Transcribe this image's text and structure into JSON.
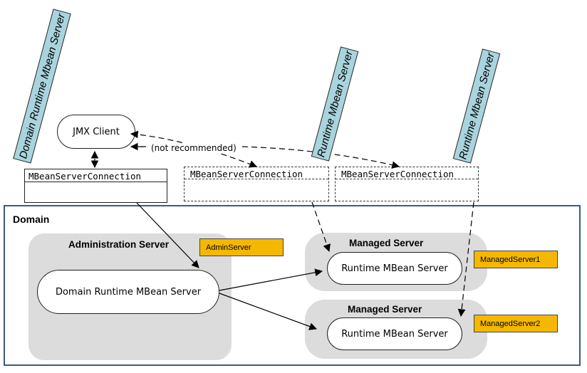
{
  "labels": {
    "domain_runtime_tag": "Domain Runtime Mbean Server",
    "runtime_tag_1": "Runtime Mbean Server",
    "runtime_tag_2": "Runtime Mbean Server",
    "jmx_client": "JMX Client",
    "not_recommended": "(not recommended)",
    "conn_1": "MBeanServerConnection",
    "conn_2": "MBeanServerConnection",
    "conn_3": "MBeanServerConnection",
    "domain": "Domain",
    "admin_server_header": "Administration Server",
    "admin_server_name": "AdminServer",
    "domain_runtime_server": "Domain Runtime MBean Server",
    "managed_server_1_header": "Managed Server",
    "managed_server_1_runtime": "Runtime MBean Server",
    "managed_server_1_name": "ManagedServer1",
    "managed_server_2_header": "Managed Server",
    "managed_server_2_runtime": "Runtime MBean Server",
    "managed_server_2_name": "ManagedServer2"
  },
  "colors": {
    "tag_fill": "#a9d4de",
    "server_fill": "#dcdcdc",
    "name_fill": "#f5b800",
    "domain_border": "#3d5a80"
  }
}
